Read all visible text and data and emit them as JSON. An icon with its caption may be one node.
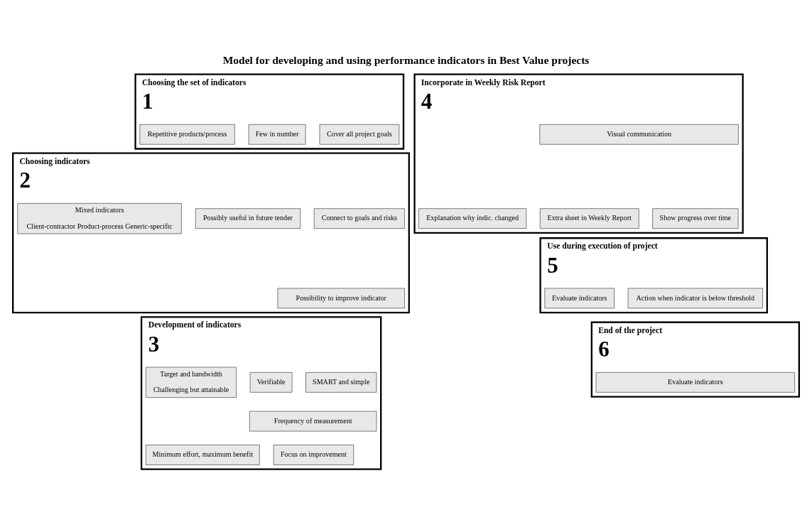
{
  "diagram": {
    "title": "Model for developing and using performance indicators in Best Value projects",
    "nodes": [
      {
        "text": [
          "Choosing the set of indicators",
          "1"
        ]
      },
      {
        "text": [
          "Cover all project goals"
        ],
        "in": 0
      },
      {
        "text": [
          "Few in number"
        ],
        "in": 0
      },
      {
        "text": [
          "Repetitive products/process"
        ],
        "in": 0
      },
      {
        "text": [
          "Choosing indicators",
          "2"
        ]
      },
      {
        "text": [
          "Connect to goals and risks"
        ],
        "in": 4
      },
      {
        "text": [
          "Possibly useful in future tender"
        ],
        "in": 4
      },
      {
        "text": [
          "Mixed indicators",
          "Client-contractor Product-process Generic-specific"
        ],
        "in": 4
      },
      {
        "text": [
          "Possibility to improve indicator"
        ],
        "in": 4
      },
      {
        "text": [
          "Development of indicators",
          "3"
        ]
      },
      {
        "text": [
          "SMART and simple"
        ],
        "in": 9
      },
      {
        "text": [
          "Verifiable"
        ],
        "in": 9
      },
      {
        "text": [
          "Target and bandwidth",
          "Challenging but attainable"
        ],
        "in": 9
      },
      {
        "text": [
          "Frequency of measurement"
        ],
        "in": 9
      },
      {
        "text": [
          "Focus on improvement"
        ],
        "in": 9
      },
      {
        "text": [
          "Minimum effort, maximum benefit"
        ],
        "in": 9
      },
      {
        "text": [
          "Incorporate in Weekly Risk Report",
          "4"
        ]
      },
      {
        "text": [
          "Visual communication"
        ],
        "in": 16
      },
      {
        "text": [
          "Show progress over time"
        ],
        "in": 16
      },
      {
        "text": [
          "Extra sheet in Weekly Report"
        ],
        "in": 16
      },
      {
        "text": [
          "Explanation why indic. changed"
        ],
        "in": 16
      },
      {
        "text": [
          "Use during execution of project",
          "5"
        ]
      },
      {
        "text": [
          "Action when indicator is below threshold"
        ],
        "in": 21
      },
      {
        "text": [
          "Evaluate indicators"
        ],
        "in": 21
      },
      {
        "text": [
          "End of the project",
          "6"
        ]
      },
      {
        "text": [
          "Evaluate indicators"
        ],
        "in": 24
      }
    ],
    "edges": []
  }
}
